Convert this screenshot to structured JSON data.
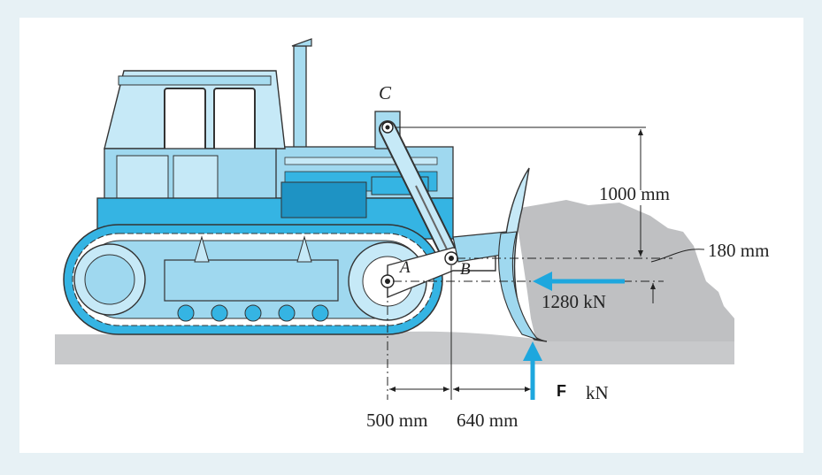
{
  "points": {
    "a": "A",
    "b": "B",
    "c": "C"
  },
  "dimensions": {
    "height_c": "1000 mm",
    "offset_b": "180 mm",
    "x_ab": "500 mm",
    "x_bf": "640 mm"
  },
  "forces": {
    "horizontal": "1280 kN",
    "vertical_symbol": "F",
    "vertical_unit": "kN"
  },
  "colors": {
    "machine_body": "#9fd8ef",
    "machine_dark": "#35b4e3",
    "force_arrow": "#1ea7de",
    "ground": "#c8c9cb",
    "soil": "#bdbec0",
    "background": "#e7f1f5"
  }
}
